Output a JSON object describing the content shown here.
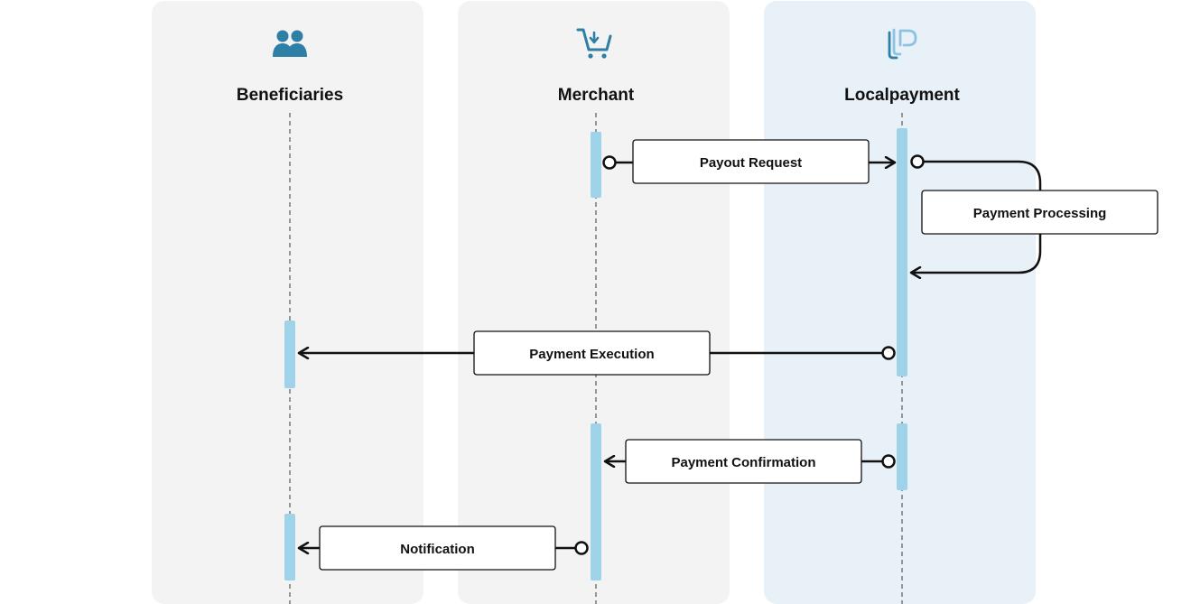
{
  "lanes": {
    "beneficiaries": {
      "title": "Beneficiaries",
      "icon": "users-icon"
    },
    "merchant": {
      "title": "Merchant",
      "icon": "shopping-cart-icon"
    },
    "localpayment": {
      "title": "Localpayment",
      "icon": "localpayment-logo"
    }
  },
  "messages": {
    "payout_request": "Payout Request",
    "payment_processing": "Payment Processing",
    "payment_execution": "Payment Execution",
    "payment_confirmation": "Payment Confirmation",
    "notification": "Notification"
  },
  "colors": {
    "lane_bg": "#f3f3f3",
    "lane_highlight_bg": "#e8f1f7",
    "activation": "#9fd3ea",
    "icon": "#2d7fa6",
    "line": "#111111",
    "lifeline": "#777777"
  }
}
